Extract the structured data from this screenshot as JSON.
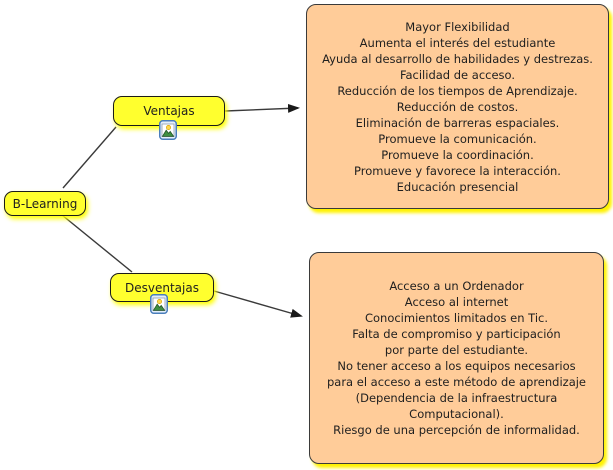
{
  "diagram": {
    "title": "B-Learning concept map",
    "root_node": {
      "label": "B-Learning"
    },
    "ventajas_node": {
      "label": "Ventajas",
      "resource_icon": "image-resource-icon"
    },
    "desventajas_node": {
      "label": "Desventajas",
      "resource_icon": "image-resource-icon"
    },
    "ventajas_box": {
      "lines": [
        "Mayor Flexibilidad",
        "Aumenta el interés del estudiante",
        "Ayuda al desarrollo de habilidades y destrezas.",
        "Facilidad de acceso.",
        "Reducción de los tiempos de Aprendizaje.",
        "Reducción de costos.",
        "Eliminación de barreras espaciales.",
        "Promueve la comunicación.",
        "Promueve la coordinación.",
        "Promueve y favorece la interacción.",
        "Educación presencial"
      ]
    },
    "desventajas_box": {
      "lines": [
        "Acceso a un Ordenador",
        "Acceso al internet",
        "Conocimientos limitados en Tic.",
        "Falta de compromiso y participación",
        "por parte del estudiante.",
        "No tener acceso a los equipos necesarios",
        "para el acceso a este método de aprendizaje",
        "(Dependencia de la infraestructura",
        "Computacional).",
        "Riesgo de una percepción de informalidad."
      ]
    },
    "colors": {
      "node_fill": "#FFFF2E",
      "node_border": "#1A1A1A",
      "node_glow": "#FFFF00",
      "box_fill": "#FFCC99",
      "box_border": "#3A3A3A",
      "box_glow": "#FFF200",
      "connector": "#3A3A3A",
      "text": "#1F1F1F",
      "page_bg": "#FFFFFF"
    }
  }
}
